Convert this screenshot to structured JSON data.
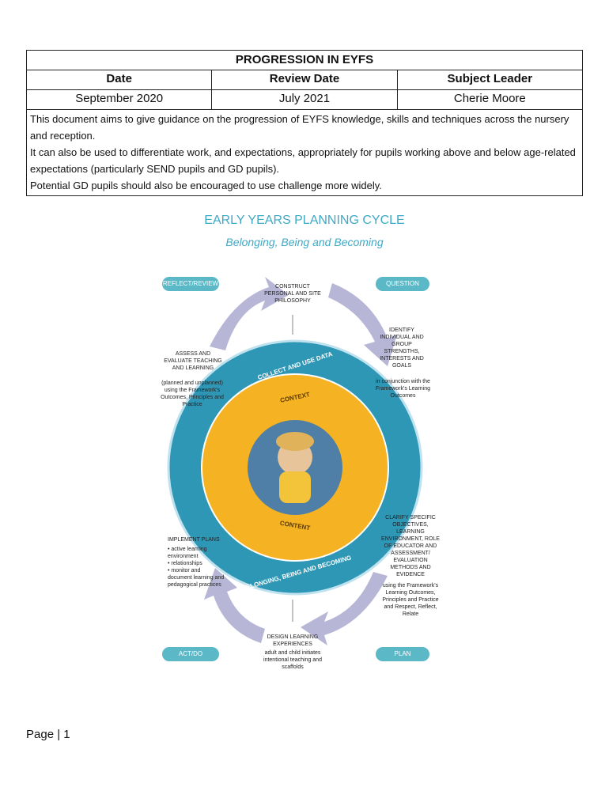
{
  "header": {
    "title": "PROGRESSION IN EYFS",
    "columns": [
      "Date",
      "Review Date",
      "Subject Leader"
    ],
    "values": [
      "September 2020",
      "July 2021",
      "Cherie Moore"
    ],
    "description": [
      "This document aims to give guidance on the progression of EYFS knowledge, skills and techniques across the nursery and reception.",
      "It can also be used to differentiate work, and expectations, appropriately for pupils working above and below age-related expectations (particularly SEND pupils and GD pupils).",
      "Potential GD pupils should also be encouraged to use challenge more widely."
    ]
  },
  "figure": {
    "title": "EARLY YEARS PLANNING CYCLE",
    "subtitle": "Belonging, Being and Becoming",
    "pills": {
      "reflect": "REFLECT/REVIEW",
      "question": "QUESTION",
      "act": "ACT/DO",
      "plan": "PLAN"
    },
    "stages": {
      "philosophy": "CONSTRUCT PERSONAL AND SITE PHILOSOPHY",
      "identify": "IDENTIFY INDIVIDUAL AND GROUP STRENGTHS, INTERESTS AND GOALS",
      "identify_sub": "in conjunction with the Framework's Learning Outcomes",
      "clarify": "CLARIFY SPECIFIC OBJECTIVES, LEARNING ENVIRONMENT, ROLE OF EDUCATOR AND ASSESSMENT/ EVALUATION METHODS AND EVIDENCE",
      "clarify_sub": "using the Framework's Learning Outcomes, Principles and Practice and Respect, Reflect, Relate",
      "design": "DESIGN LEARNING EXPERIENCES",
      "design_sub": "adult and child initiates intentional teaching and scaffolds",
      "implement": "IMPLEMENT PLANS",
      "implement_items": [
        "• active learning environment",
        "• relationships",
        "• monitor and document learning and pedagogical practices"
      ],
      "assess": "ASSESS AND EVALUATE TEACHING AND LEARNING",
      "assess_sub": "(planned and unplanned) using the Framework's Outcomes, Principles and Practice"
    },
    "ring": {
      "outer_top": "COLLECT AND USE DATA",
      "outer_bottom": "BELONGING, BEING AND BECOMING",
      "context": "CONTEXT",
      "content": "CONTENT"
    },
    "colors": {
      "outer_ring": "#2f97b6",
      "inner_ring": "#f5b323",
      "arrow": "#b7b6d6",
      "title": "#3fa9c6"
    }
  },
  "footer": {
    "page": "Page | 1"
  }
}
